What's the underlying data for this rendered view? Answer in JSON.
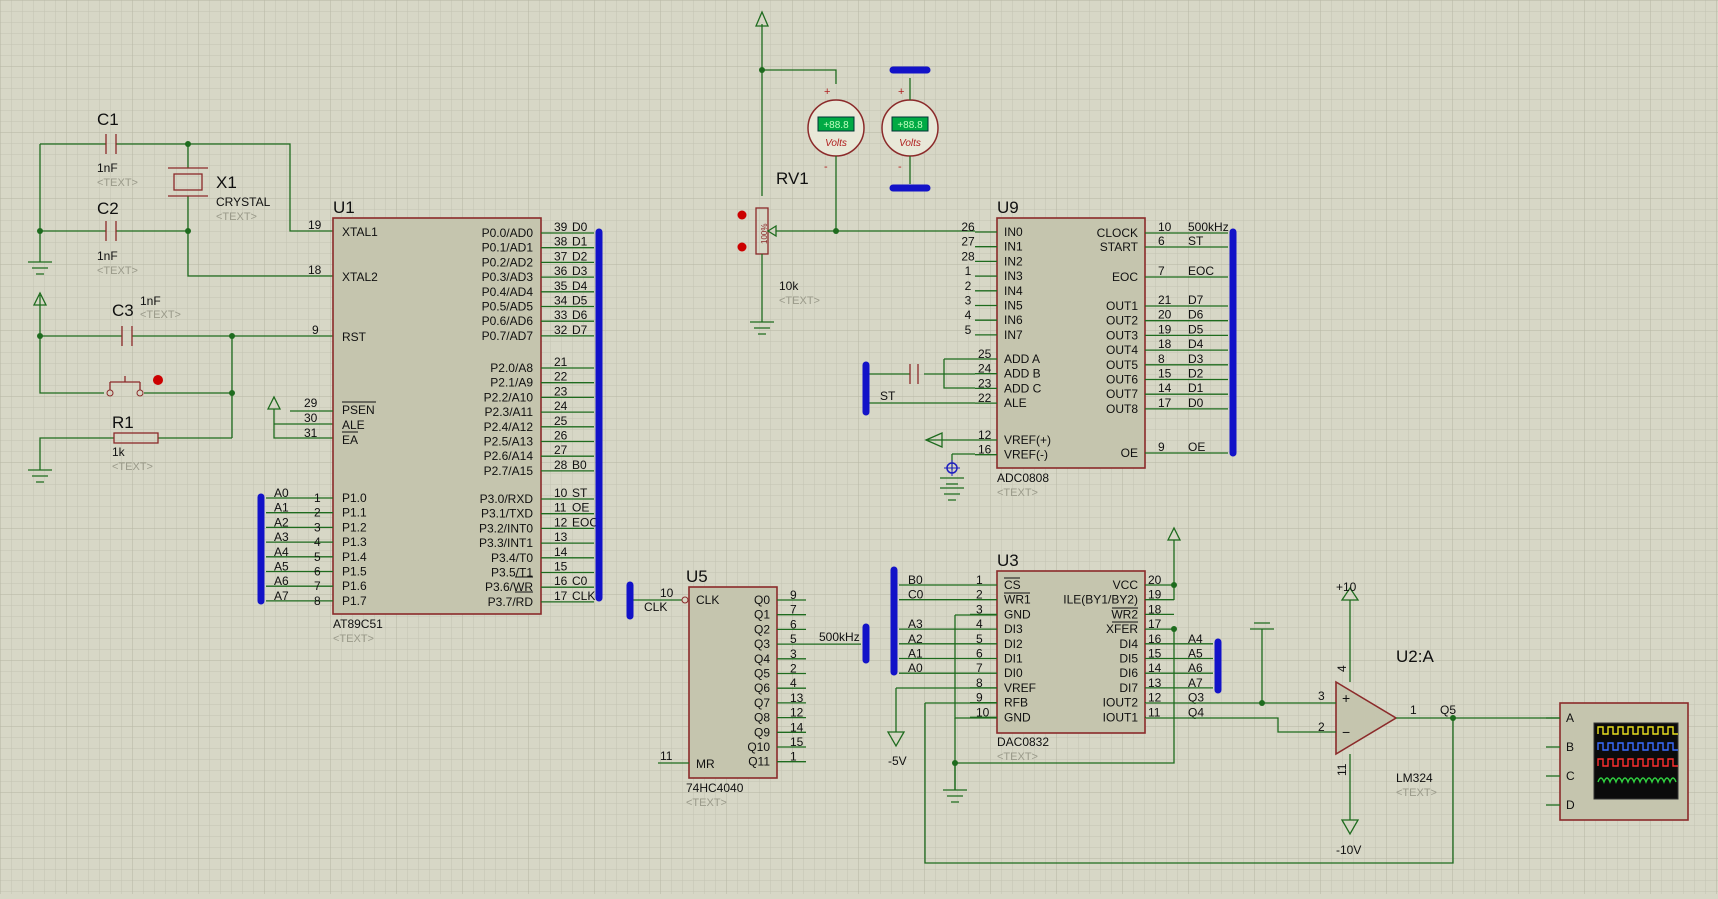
{
  "placeholder": "<TEXT>",
  "u1": {
    "ref": "U1",
    "part": "AT89C51",
    "xtal1": "XTAL1",
    "xtal2": "XTAL2",
    "rst": "RST",
    "psen": "PSEN",
    "ale": "ALE",
    "ea": "EA",
    "p0": [
      "P0.0/AD0",
      "P0.1/AD1",
      "P0.2/AD2",
      "P0.3/AD3",
      "P0.4/AD4",
      "P0.5/AD5",
      "P0.6/AD6",
      "P0.7/AD7"
    ],
    "p0_pins": [
      "39",
      "38",
      "37",
      "36",
      "35",
      "34",
      "33",
      "32"
    ],
    "p0_nets": [
      "D0",
      "D1",
      "D2",
      "D3",
      "D4",
      "D5",
      "D6",
      "D7"
    ],
    "p2": [
      "P2.0/A8",
      "P2.1/A9",
      "P2.2/A10",
      "P2.3/A11",
      "P2.4/A12",
      "P2.5/A13",
      "P2.6/A14",
      "P2.7/A15"
    ],
    "p2_pins": [
      "21",
      "22",
      "23",
      "24",
      "25",
      "26",
      "27",
      "28"
    ],
    "p2_net_b0": "B0",
    "p3": [
      "P3.0/RXD",
      "P3.1/TXD",
      "P3.2/INT0",
      "P3.3/INT1",
      "P3.4/T0",
      "P3.5/T1",
      "P3.6/WR",
      "P3.7/RD"
    ],
    "p3_pins": [
      "10",
      "11",
      "12",
      "13",
      "14",
      "15",
      "16",
      "17"
    ],
    "p3_nets": {
      "st": "ST",
      "oe": "OE",
      "eoc": "EOC",
      "c0": "C0",
      "clk": "CLK"
    },
    "p1": [
      "P1.0",
      "P1.1",
      "P1.2",
      "P1.3",
      "P1.4",
      "P1.5",
      "P1.6",
      "P1.7"
    ],
    "p1_pins": [
      "1",
      "2",
      "3",
      "4",
      "5",
      "6",
      "7",
      "8"
    ],
    "p1_nets": [
      "A0",
      "A1",
      "A2",
      "A3",
      "A4",
      "A5",
      "A6",
      "A7"
    ],
    "pin19": "19",
    "pin18": "18",
    "pin9": "9",
    "pin29": "29",
    "pin30": "30",
    "pin31": "31"
  },
  "c1": {
    "ref": "C1",
    "value": "1nF"
  },
  "c2": {
    "ref": "C2",
    "value": "1nF"
  },
  "c3": {
    "ref": "C3",
    "value": "1nF"
  },
  "x1": {
    "ref": "X1",
    "value": "CRYSTAL"
  },
  "r1": {
    "ref": "R1",
    "value": "1k"
  },
  "rv1": {
    "ref": "RV1",
    "value": "10k",
    "body": "100%"
  },
  "voltmeter": {
    "display": "+88.8",
    "unit": "Volts",
    "plus": "+",
    "minus": "-"
  },
  "u9": {
    "ref": "U9",
    "part": "ADC0808",
    "left_labels": [
      "IN0",
      "IN1",
      "IN2",
      "IN3",
      "IN4",
      "IN5",
      "IN6",
      "IN7"
    ],
    "left_pins": [
      "26",
      "27",
      "28",
      "1",
      "2",
      "3",
      "4",
      "5"
    ],
    "addr_labels": [
      "ADD A",
      "ADD B",
      "ADD C",
      "ALE"
    ],
    "addr_pins": [
      "25",
      "24",
      "23",
      "22"
    ],
    "vref_labels": [
      "VREF(+)",
      "VREF(-)"
    ],
    "vref_pins": [
      "12",
      "16"
    ],
    "clock": "CLOCK",
    "start": "START",
    "eoc": "EOC",
    "oe": "OE",
    "clock_pin": "10",
    "start_pin": "6",
    "eoc_pin": "7",
    "oe_pin": "9",
    "out_labels": [
      "OUT1",
      "OUT2",
      "OUT3",
      "OUT4",
      "OUT5",
      "OUT6",
      "OUT7",
      "OUT8"
    ],
    "out_pins": [
      "21",
      "20",
      "19",
      "18",
      "8",
      "15",
      "14",
      "17"
    ],
    "out_nets": [
      "D7",
      "D6",
      "D5",
      "D4",
      "D3",
      "D2",
      "D1",
      "D0"
    ],
    "clock_net": "500kHz",
    "start_net": "ST",
    "eoc_net": "EOC",
    "oe_net": "OE",
    "ale_net": "ST"
  },
  "u5": {
    "ref": "U5",
    "part": "74HC4040",
    "clk": "CLK",
    "clk_pin": "10",
    "clk_net": "CLK",
    "mr": "MR",
    "mr_pin": "11",
    "outs": [
      "Q0",
      "Q1",
      "Q2",
      "Q3",
      "Q4",
      "Q5",
      "Q6",
      "Q7",
      "Q8",
      "Q9",
      "Q10",
      "Q11"
    ],
    "out_pins": [
      "9",
      "7",
      "6",
      "5",
      "3",
      "2",
      "4",
      "13",
      "12",
      "14",
      "15",
      "1"
    ],
    "q3_net": "500kHz"
  },
  "u3": {
    "ref": "U3",
    "part": "DAC0832",
    "left_labels": [
      "CS",
      "WR1",
      "GND",
      "DI3",
      "DI2",
      "DI1",
      "DI0",
      "VREF",
      "RFB",
      "GND"
    ],
    "left_pins": [
      "1",
      "2",
      "3",
      "4",
      "5",
      "6",
      "7",
      "8",
      "9",
      "10"
    ],
    "left_nets": [
      "B0",
      "C0",
      "",
      "A3",
      "A2",
      "A1",
      "A0",
      "",
      "",
      ""
    ],
    "right_labels": [
      "VCC",
      "ILE(BY1/BY2)",
      "WR2",
      "XFER",
      "DI4",
      "DI5",
      "DI6",
      "DI7",
      "IOUT2",
      "IOUT1"
    ],
    "right_pins": [
      "20",
      "19",
      "18",
      "17",
      "16",
      "15",
      "14",
      "13",
      "12",
      "11"
    ],
    "right_nets": [
      "",
      "",
      "",
      "",
      "A4",
      "A5",
      "A6",
      "A7",
      "Q3",
      "Q4"
    ],
    "neg5": "-5V"
  },
  "u2": {
    "ref": "U2:A",
    "part": "LM324",
    "pos_supply": "+10",
    "neg_supply": "-10V",
    "pin_plus": "3",
    "pin_minus": "2",
    "pin_out": "1",
    "pin_v_pos": "4",
    "pin_v_neg": "11",
    "out_net": "Q5"
  },
  "scope": {
    "channels": [
      "A",
      "B",
      "C",
      "D"
    ],
    "trace_colors": [
      "#e8e020",
      "#3a6cff",
      "#ff3030",
      "#30d040"
    ]
  },
  "colors": {
    "wire": "#1e6b1e",
    "body": "#8b2a2a",
    "chip_fill": "#c5c5ae",
    "bus": "#1212c8",
    "grid": "#c3c3b2",
    "background": "#d7d7c6"
  }
}
